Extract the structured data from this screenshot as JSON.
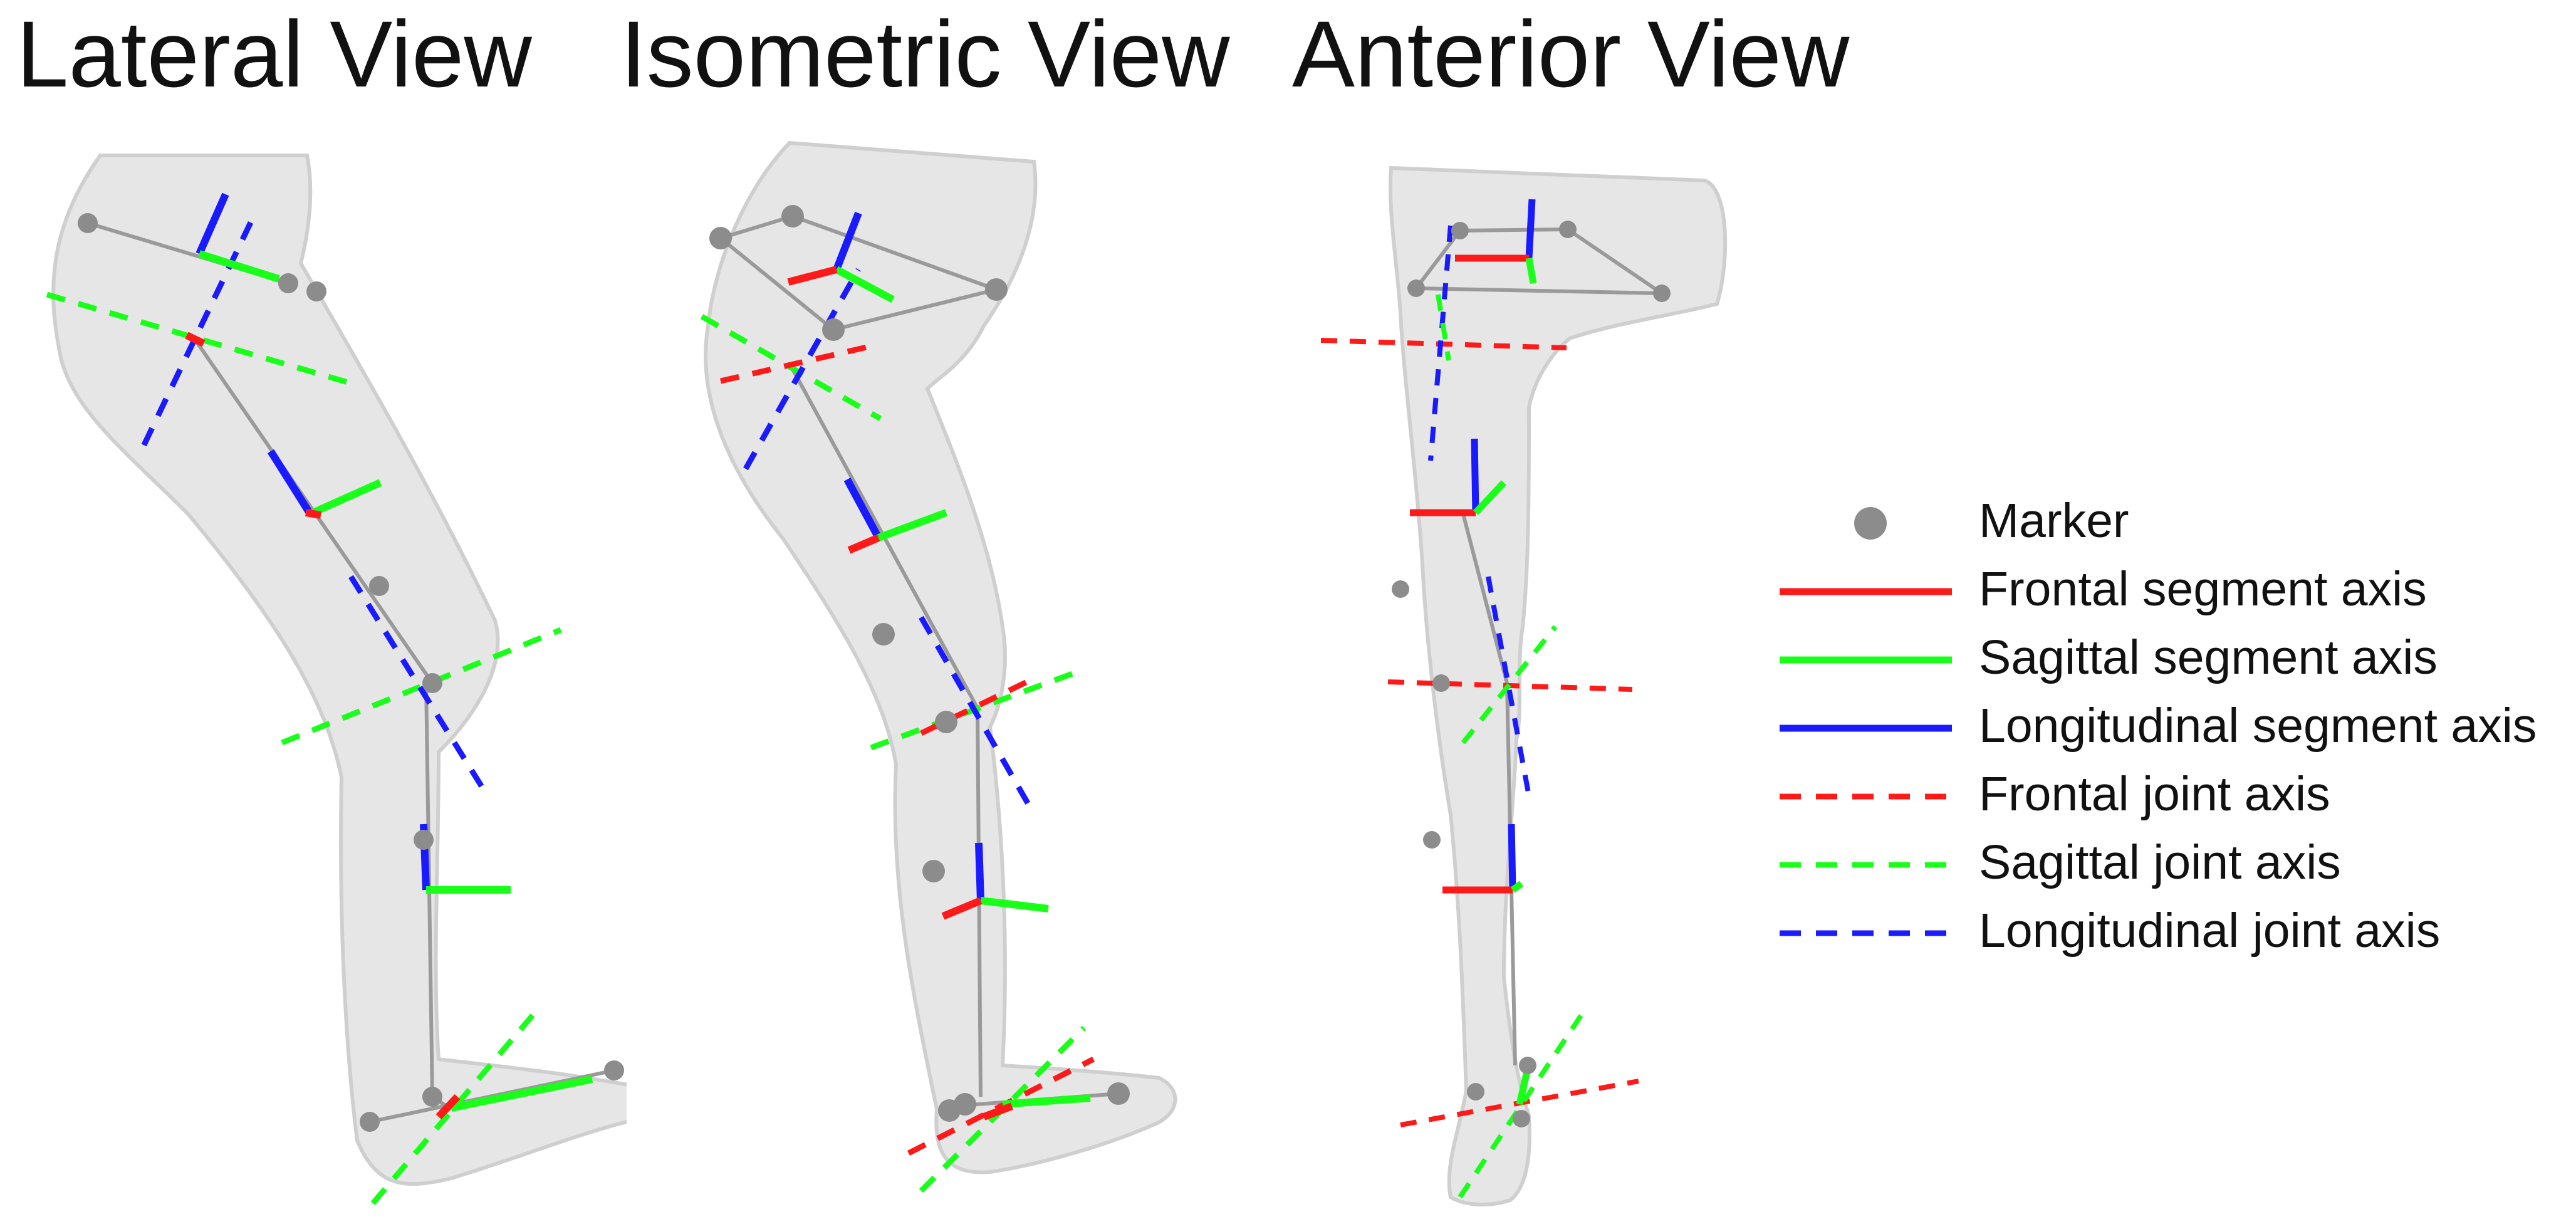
{
  "views": [
    {
      "id": "lateral",
      "title": "Lateral View"
    },
    {
      "id": "isometric",
      "title": "Isometric View"
    },
    {
      "id": "anterior",
      "title": "Anterior View"
    }
  ],
  "legend": [
    {
      "kind": "marker",
      "label": "Marker",
      "color": "#8c8c8c"
    },
    {
      "kind": "solid",
      "label": "Frontal segment axis",
      "color": "#ff1a1a"
    },
    {
      "kind": "solid",
      "label": "Sagittal segment axis",
      "color": "#1aff1a"
    },
    {
      "kind": "solid",
      "label": "Longitudinal segment axis",
      "color": "#1a1aff"
    },
    {
      "kind": "dashed",
      "label": "Frontal joint axis",
      "color": "#ff1a1a"
    },
    {
      "kind": "dashed",
      "label": "Sagittal joint axis",
      "color": "#1aff1a"
    },
    {
      "kind": "dashed",
      "label": "Longitudinal joint axis",
      "color": "#1a1aff"
    }
  ],
  "colors": {
    "body_fill": "#e6e6e6",
    "body_outline": "#cfcfcf",
    "link_line": "#9a9a9a",
    "marker": "#8c8c8c",
    "frontal": "#ff1a1a",
    "sagittal": "#1aff1a",
    "longitudinal": "#1a1aff"
  }
}
